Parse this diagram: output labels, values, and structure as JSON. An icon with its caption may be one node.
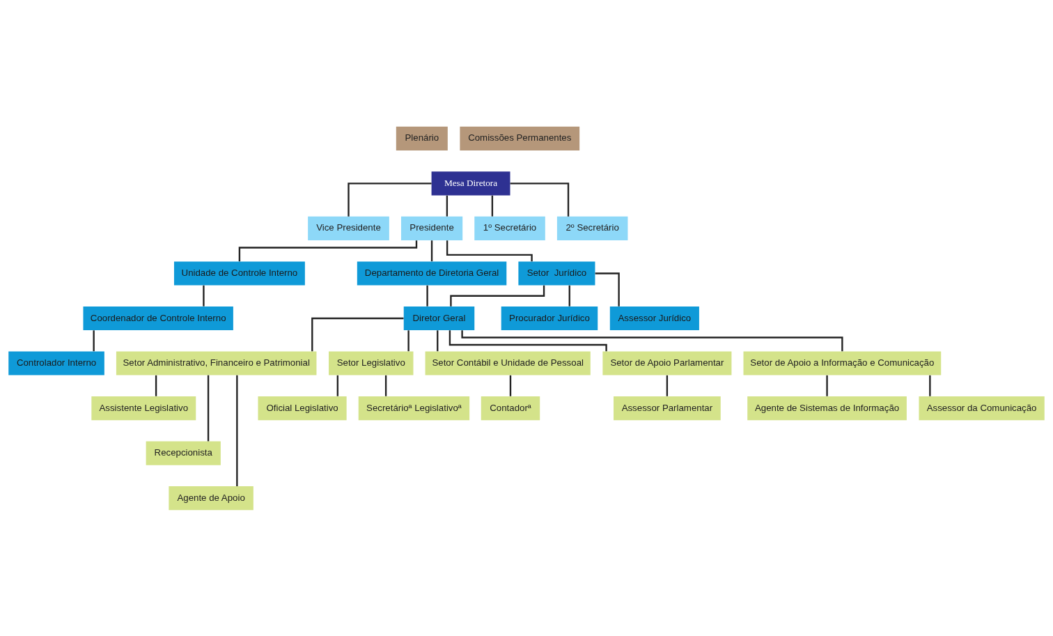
{
  "diagram": {
    "nodes": [
      {
        "text": [
          "Plenário"
        ]
      },
      {
        "text": [
          "Comissões Permanentes"
        ]
      },
      {
        "text": [
          "Mesa Diretora"
        ]
      },
      {
        "text": [
          "Vice Presidente"
        ]
      },
      {
        "text": [
          "Presidente"
        ]
      },
      {
        "text": [
          "1º Secretário"
        ]
      },
      {
        "text": [
          "2º Secretário"
        ]
      },
      {
        "text": [
          "Unidade de Controle Interno"
        ]
      },
      {
        "text": [
          "Coordenador de Controle Interno"
        ]
      },
      {
        "text": [
          "Controlador Interno"
        ]
      },
      {
        "text": [
          "Departamento de Diretoria Geral"
        ]
      },
      {
        "text": [
          "Diretor Geral"
        ]
      },
      {
        "text": [
          "Setor  Jurídico"
        ]
      },
      {
        "text": [
          "Procurador Jurídico"
        ]
      },
      {
        "text": [
          "Assessor Jurídico"
        ]
      },
      {
        "text": [
          "Setor Administrativo, Financeiro e Patrimonial"
        ]
      },
      {
        "text": [
          "Assistente Legislativo"
        ]
      },
      {
        "text": [
          "Recepcionista"
        ]
      },
      {
        "text": [
          "Agente de Apoio"
        ]
      },
      {
        "text": [
          "Setor Legislativo"
        ]
      },
      {
        "text": [
          "Oficial Legislativo"
        ]
      },
      {
        "text": [
          "Secretárioª Legislativoª"
        ]
      },
      {
        "text": [
          "Setor Contábil e Unidade de Pessoal"
        ]
      },
      {
        "text": [
          "Contadorª"
        ]
      },
      {
        "text": [
          "Setor de Apoio Parlamentar"
        ]
      },
      {
        "text": [
          "Assessor Parlamentar"
        ]
      },
      {
        "text": [
          "Setor de Apoio a Informação e Comunicação"
        ]
      },
      {
        "text": [
          "Agente de Sistemas de Informação"
        ]
      },
      {
        "text": [
          "Assessor da Comunicação"
        ]
      }
    ],
    "edges": [
      {
        "from": 2,
        "to": 3,
        "arrow": "none"
      },
      {
        "from": 2,
        "to": 4,
        "arrow": "none"
      },
      {
        "from": 2,
        "to": 5,
        "arrow": "none"
      },
      {
        "from": 2,
        "to": 6,
        "arrow": "none"
      },
      {
        "from": 4,
        "to": 7,
        "arrow": "none"
      },
      {
        "from": 4,
        "to": 10,
        "arrow": "none"
      },
      {
        "from": 4,
        "to": 12,
        "arrow": "none"
      },
      {
        "from": 7,
        "to": 8,
        "arrow": "none"
      },
      {
        "from": 8,
        "to": 9,
        "arrow": "none"
      },
      {
        "from": 10,
        "to": 11,
        "arrow": "none"
      },
      {
        "from": 11,
        "to": 12,
        "arrow": "none"
      },
      {
        "from": 12,
        "to": 13,
        "arrow": "none"
      },
      {
        "from": 12,
        "to": 14,
        "arrow": "none"
      },
      {
        "from": 11,
        "to": 15,
        "arrow": "none"
      },
      {
        "from": 11,
        "to": 19,
        "arrow": "none"
      },
      {
        "from": 11,
        "to": 22,
        "arrow": "none"
      },
      {
        "from": 11,
        "to": 24,
        "arrow": "none"
      },
      {
        "from": 11,
        "to": 26,
        "arrow": "none"
      },
      {
        "from": 15,
        "to": 16,
        "arrow": "none"
      },
      {
        "from": 15,
        "to": 17,
        "arrow": "none"
      },
      {
        "from": 15,
        "to": 18,
        "arrow": "none"
      },
      {
        "from": 19,
        "to": 20,
        "arrow": "none"
      },
      {
        "from": 19,
        "to": 21,
        "arrow": "none"
      },
      {
        "from": 22,
        "to": 23,
        "arrow": "none"
      },
      {
        "from": 24,
        "to": 25,
        "arrow": "none"
      },
      {
        "from": 26,
        "to": 27,
        "arrow": "none"
      },
      {
        "from": 26,
        "to": 28,
        "arrow": "none"
      }
    ]
  }
}
